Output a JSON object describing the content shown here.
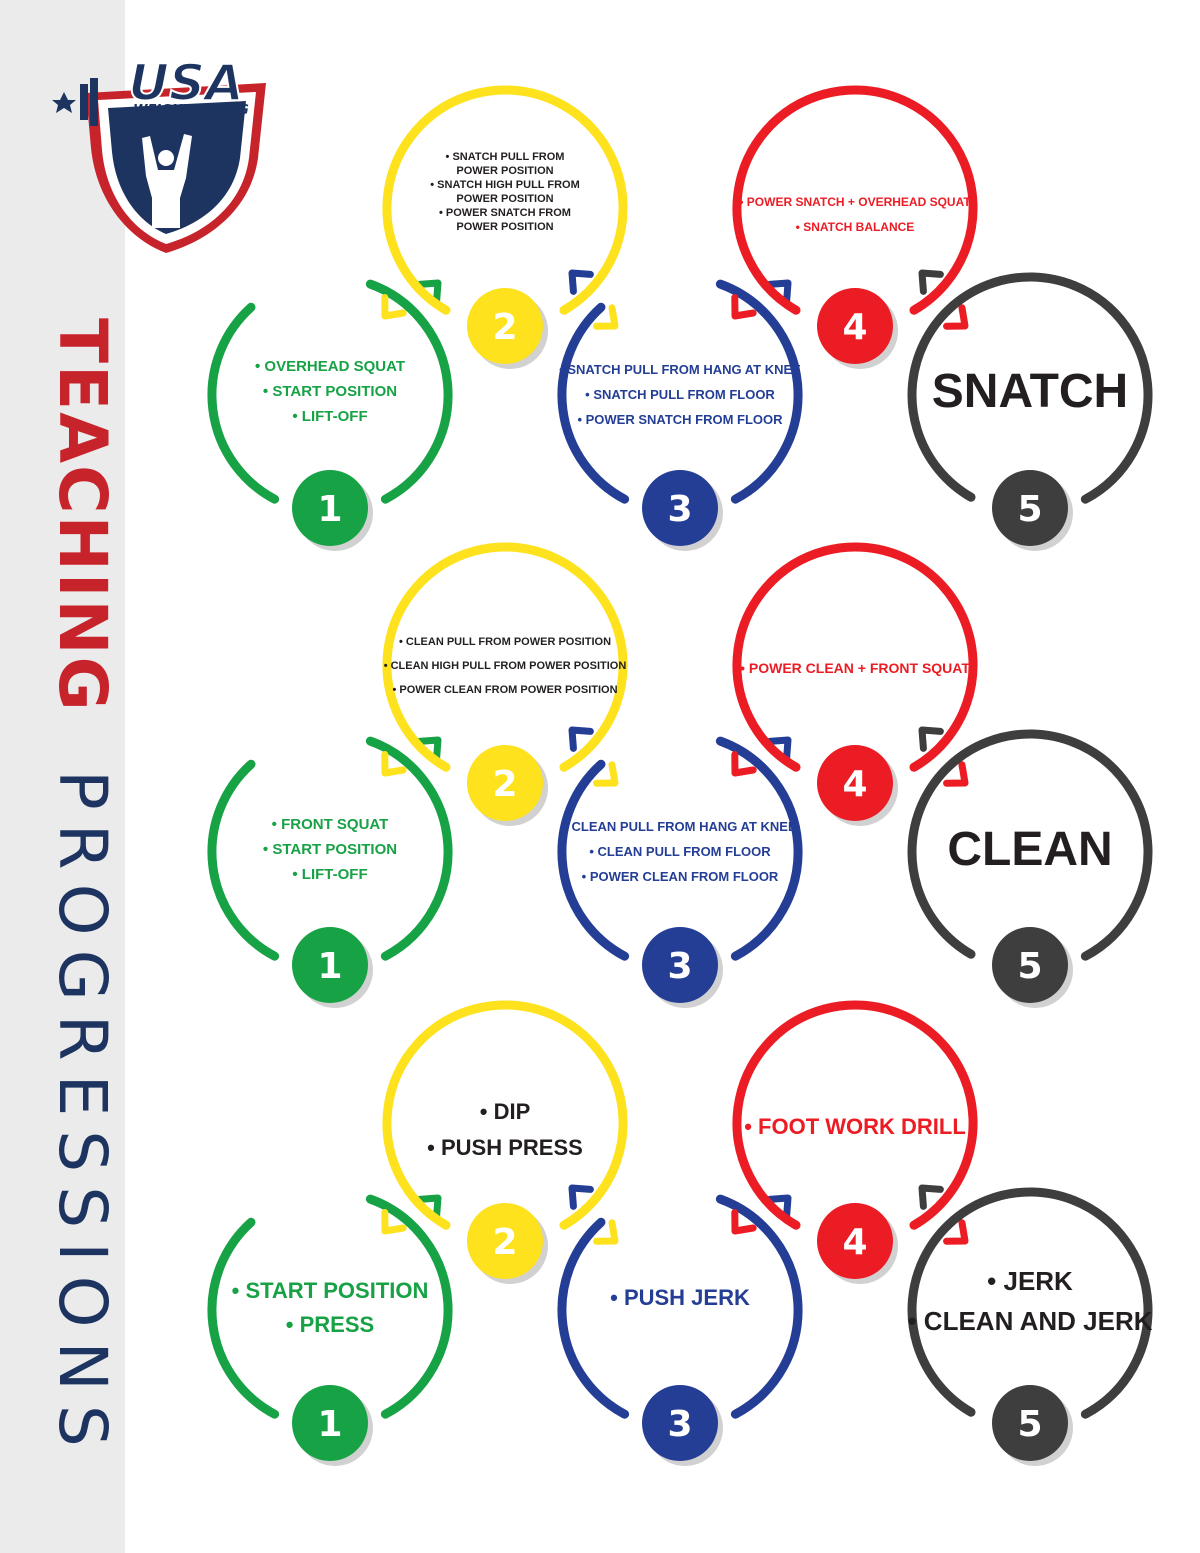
{
  "page": {
    "title_part1": "TEACHING",
    "title_part2": "PROGRESSIONS"
  },
  "logo": {
    "text_main": "USA",
    "text_sub": "WEIGHTLIFTING"
  },
  "colors": {
    "green": "#18a246",
    "yellow": "#fde21d",
    "blue": "#243e96",
    "red": "#ec1c24",
    "dark": "#3f3e3f",
    "title_red": "#c7232b",
    "navy": "#1d3461"
  },
  "step_numbers": [
    "1",
    "2",
    "3",
    "4",
    "5"
  ],
  "rows": [
    {
      "name": "snatch",
      "step1": [
        "• OVERHEAD SQUAT",
        "• START POSITION",
        "• LIFT-OFF"
      ],
      "step2": [
        "• SNATCH PULL FROM",
        "POWER POSITION",
        "• SNATCH HIGH PULL FROM",
        "POWER POSITION",
        "• POWER SNATCH FROM",
        "POWER POSITION"
      ],
      "step3": [
        "• SNATCH PULL FROM HANG AT KNEE",
        "• SNATCH PULL FROM FLOOR",
        "• POWER SNATCH FROM FLOOR"
      ],
      "step4": [
        "• POWER SNATCH + OVERHEAD SQUAT",
        "• SNATCH BALANCE"
      ],
      "step5": [
        "SNATCH"
      ]
    },
    {
      "name": "clean",
      "step1": [
        "• FRONT SQUAT",
        "• START POSITION",
        "• LIFT-OFF"
      ],
      "step2": [
        "• CLEAN PULL FROM POWER POSITION",
        "• CLEAN HIGH PULL FROM POWER POSITION",
        "• POWER CLEAN FROM POWER POSITION"
      ],
      "step3": [
        "• CLEAN PULL FROM HANG AT KNEE",
        "• CLEAN PULL FROM FLOOR",
        "• POWER CLEAN FROM FLOOR"
      ],
      "step4": [
        "• POWER CLEAN + FRONT SQUAT"
      ],
      "step5": [
        "CLEAN"
      ]
    },
    {
      "name": "jerk",
      "step1": [
        "• START POSITION",
        "• PRESS"
      ],
      "step2": [
        "• DIP",
        "• PUSH PRESS"
      ],
      "step3": [
        "• PUSH JERK"
      ],
      "step4": [
        "• FOOT WORK DRILL"
      ],
      "step5": [
        "• JERK",
        "• CLEAN AND JERK"
      ]
    }
  ]
}
